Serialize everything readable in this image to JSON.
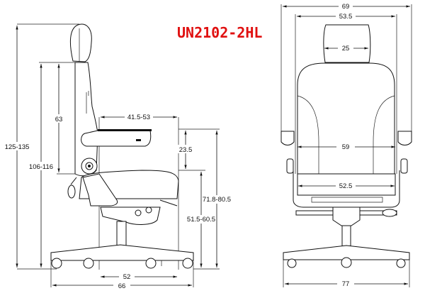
{
  "title": "UN2102-2HL",
  "colors": {
    "title": "#e01010",
    "lines": "#111111"
  },
  "side_view": {
    "dims": {
      "overall_height": "125-135",
      "backrest_top_height": "106-116",
      "backrest_height": "63",
      "armrest_length": "41.5-53",
      "armrest_above_seat": "23.5",
      "armrest_height": "71.8-80.5",
      "seat_height": "51.5-60.5",
      "seat_depth": "52",
      "base_depth": "66"
    }
  },
  "front_view": {
    "dims": {
      "overall_width": "69",
      "inner_width": "53.5",
      "headrest_width": "25",
      "backrest_width": "59",
      "seat_width": "52.5",
      "base_width": "77"
    }
  }
}
